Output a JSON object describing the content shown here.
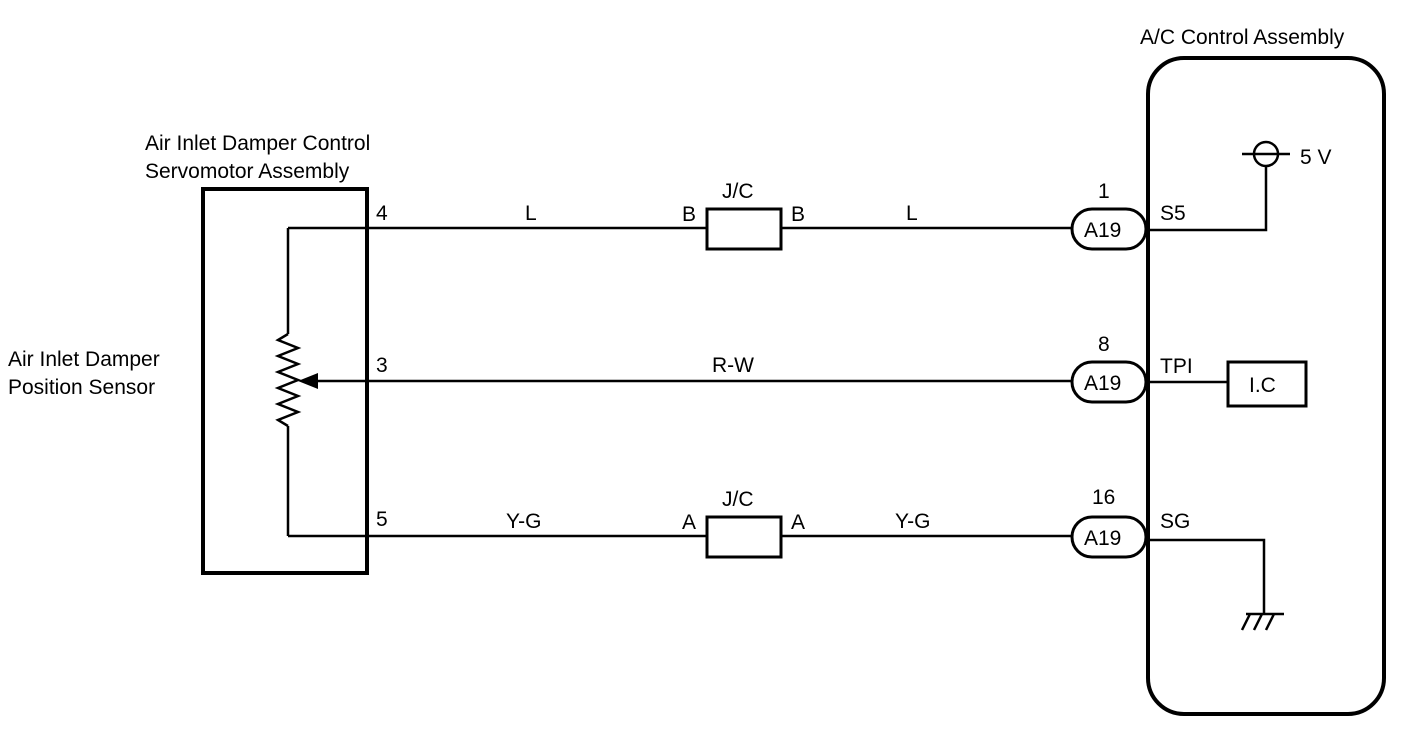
{
  "components": {
    "servo_title_1": "Air Inlet Damper Control",
    "servo_title_2": "Servomotor Assembly",
    "sensor_label_1": "Air Inlet Damper",
    "sensor_label_2": "Position Sensor",
    "ac_title": "A/C Control Assembly",
    "ic_label": "I.C",
    "supply_label": "5 V"
  },
  "servo_pins": [
    "4",
    "3",
    "5"
  ],
  "wires": [
    {
      "left_color": "L",
      "jc_label": "J/C",
      "jc_left": "B",
      "jc_right": "B",
      "right_color": "L",
      "connector": "A19",
      "pin": "1",
      "terminal": "S5"
    },
    {
      "color": "R-W",
      "connector": "A19",
      "pin": "8",
      "terminal": "TPI"
    },
    {
      "left_color": "Y-G",
      "jc_label": "J/C",
      "jc_left": "A",
      "jc_right": "A",
      "right_color": "Y-G",
      "connector": "A19",
      "pin": "16",
      "terminal": "SG"
    }
  ]
}
